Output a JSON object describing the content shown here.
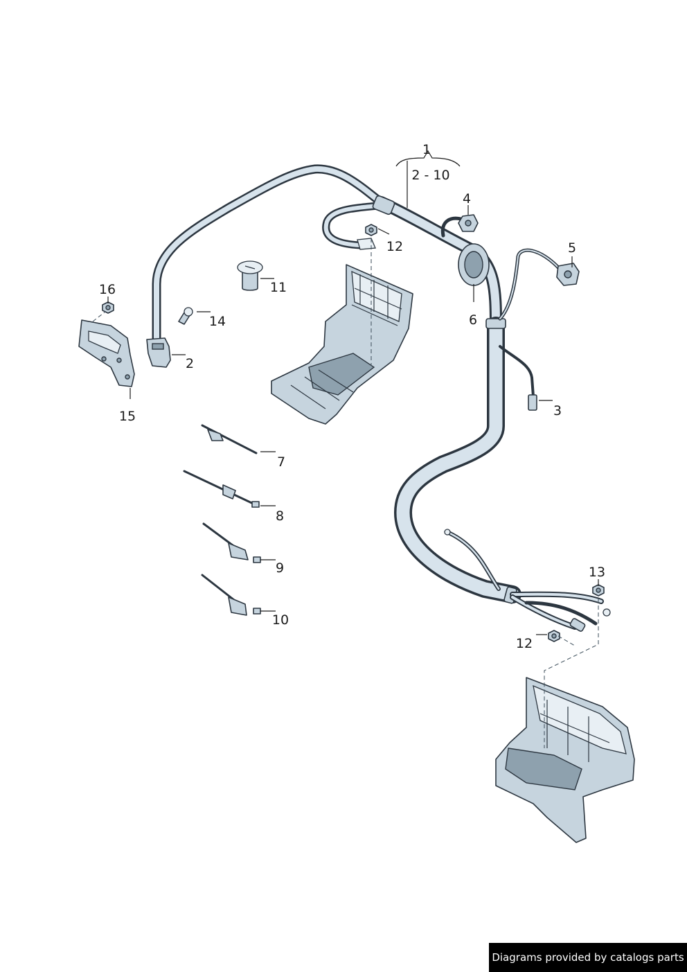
{
  "callouts": {
    "c1": "1",
    "c1_range": "2 - 10",
    "c2": "2",
    "c3": "3",
    "c4": "4",
    "c5": "5",
    "c6": "6",
    "c7": "7",
    "c8": "8",
    "c9": "9",
    "c10": "10",
    "c11": "11",
    "c12a": "12",
    "c12b": "12",
    "c13": "13",
    "c14": "14",
    "c15": "15",
    "c16": "16"
  },
  "footer": {
    "credit": "Diagrams provided by catalogs parts"
  },
  "colors": {
    "background": "#ffffff",
    "line": "#2c3640",
    "part_fill": "#c6d4de",
    "credit_background": "#000000",
    "credit_text": "#ffffff"
  }
}
